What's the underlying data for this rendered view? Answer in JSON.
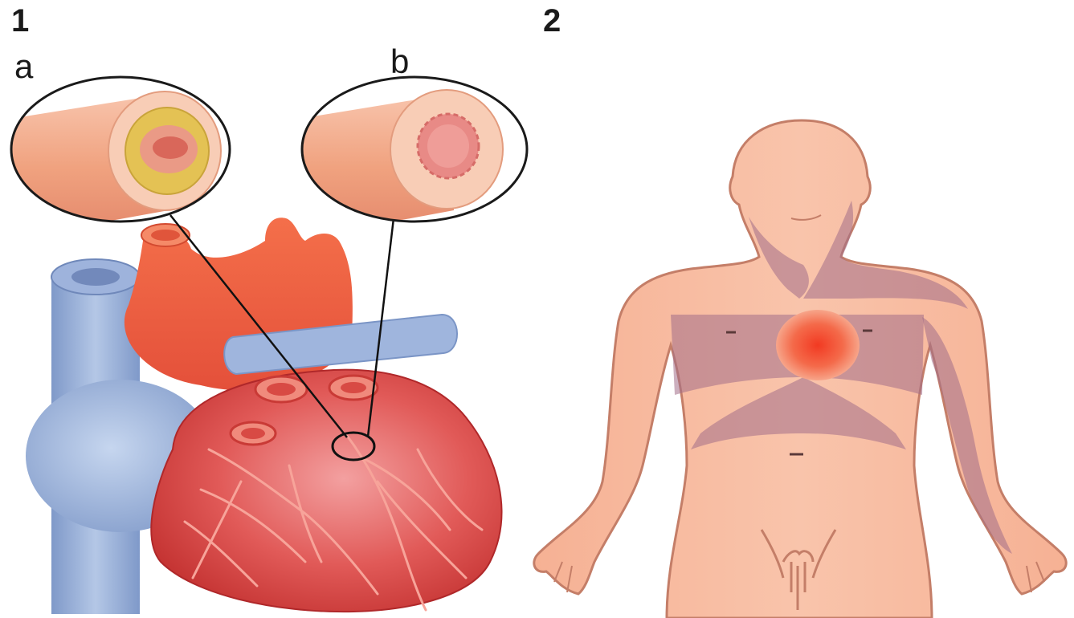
{
  "panels": [
    {
      "number": "1"
    },
    {
      "number": "2"
    }
  ],
  "insets": [
    {
      "letter": "a"
    },
    {
      "letter": "b"
    }
  ],
  "colors": {
    "artery_wall": "#f2a98a",
    "artery_lumen": "#f6c7b0",
    "plaque": "#e3c45b",
    "heart_muscle": "#dc4a48",
    "aorta": "#ee5c3c",
    "vena_cava": "#8ea9d6",
    "skin": "#f7b79c",
    "referred_pain": "#a36e88",
    "pain_focus": "#f0402a"
  }
}
